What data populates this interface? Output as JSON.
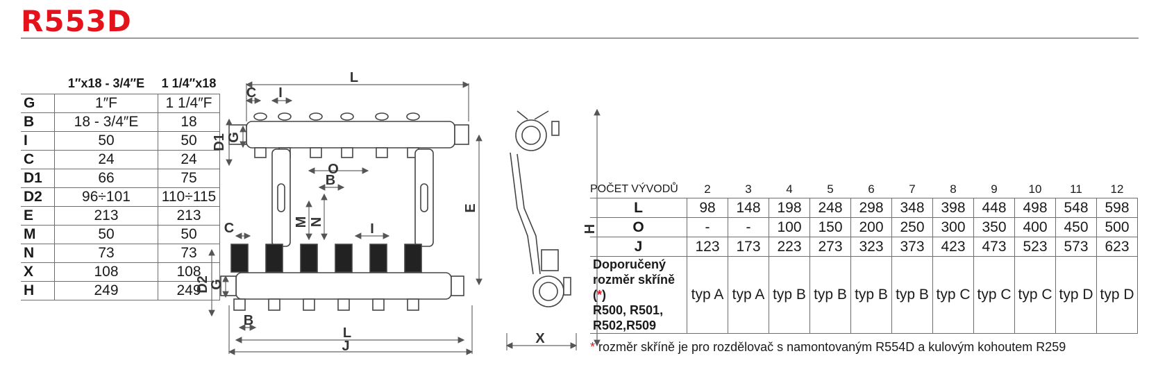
{
  "header": {
    "title": "R553D"
  },
  "dims_table": {
    "columns": [
      "1″x18 - 3/4″E",
      "1 1/4″x18"
    ],
    "rows": [
      {
        "label": "G",
        "v1": "1″F",
        "v2": "1 1/4″F"
      },
      {
        "label": "B",
        "v1": "18 - 3/4″E",
        "v2": "18"
      },
      {
        "label": "I",
        "v1": "50",
        "v2": "50"
      },
      {
        "label": "C",
        "v1": "24",
        "v2": "24"
      },
      {
        "label": "D1",
        "v1": "66",
        "v2": "75"
      },
      {
        "label": "D2",
        "v1": "96÷101",
        "v2": "110÷115"
      },
      {
        "label": "E",
        "v1": "213",
        "v2": "213"
      },
      {
        "label": "M",
        "v1": "50",
        "v2": "50"
      },
      {
        "label": "N",
        "v1": "73",
        "v2": "73"
      },
      {
        "label": "X",
        "v1": "108",
        "v2": "108"
      },
      {
        "label": "H",
        "v1": "249",
        "v2": "249"
      }
    ]
  },
  "outlets_table": {
    "header_label": "POČET VÝVODŮ",
    "counts": [
      "2",
      "3",
      "4",
      "5",
      "6",
      "7",
      "8",
      "9",
      "10",
      "11",
      "12"
    ],
    "rows": [
      {
        "label": "L",
        "values": [
          "98",
          "148",
          "198",
          "248",
          "298",
          "348",
          "398",
          "448",
          "498",
          "548",
          "598"
        ]
      },
      {
        "label": "O",
        "values": [
          "-",
          "-",
          "100",
          "150",
          "200",
          "250",
          "300",
          "350",
          "400",
          "450",
          "500"
        ]
      },
      {
        "label": "J",
        "values": [
          "123",
          "173",
          "223",
          "273",
          "323",
          "373",
          "423",
          "473",
          "523",
          "573",
          "623"
        ]
      }
    ],
    "rec_label_1": "Doporučený",
    "rec_label_2": "rozměr skříně (",
    "rec_star": "*",
    "rec_label_2b": ")",
    "rec_label_3": "R500, R501,",
    "rec_label_4": "R502,R509",
    "rec_values": [
      "typ A",
      "typ A",
      "typ B",
      "typ B",
      "typ B",
      "typ B",
      "typ C",
      "typ C",
      "typ C",
      "typ D",
      "typ D"
    ]
  },
  "footnote": {
    "star": "*",
    "text": " rozměr skříně je pro rozdělovač s namontovaným R554D a kulovým kohoutem R259"
  },
  "drawing": {
    "labels": {
      "L": "L",
      "C": "C",
      "I": "I",
      "D1": "D1",
      "G": "G",
      "O": "O",
      "B": "B",
      "M": "M",
      "N": "N",
      "E": "E",
      "D2": "D2",
      "J": "J",
      "H": "H",
      "X": "X"
    }
  }
}
